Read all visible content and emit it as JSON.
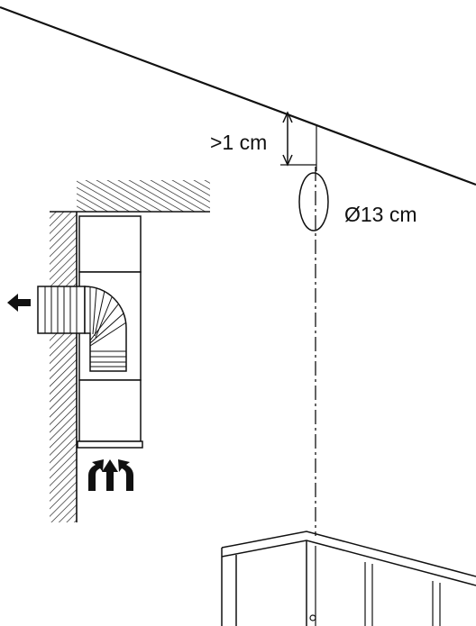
{
  "labels": {
    "clearance": ">1 cm",
    "duct_diameter": "Ø13 cm"
  },
  "icons": {
    "exhaust_arrow": "arrow-left-icon",
    "intake_arrows": "airflow-up-arrows-icon",
    "duct": "ribbed-elbow-duct-icon",
    "hatch": "wall-hatching"
  },
  "colors": {
    "line": "#111111",
    "background": "#ffffff"
  }
}
